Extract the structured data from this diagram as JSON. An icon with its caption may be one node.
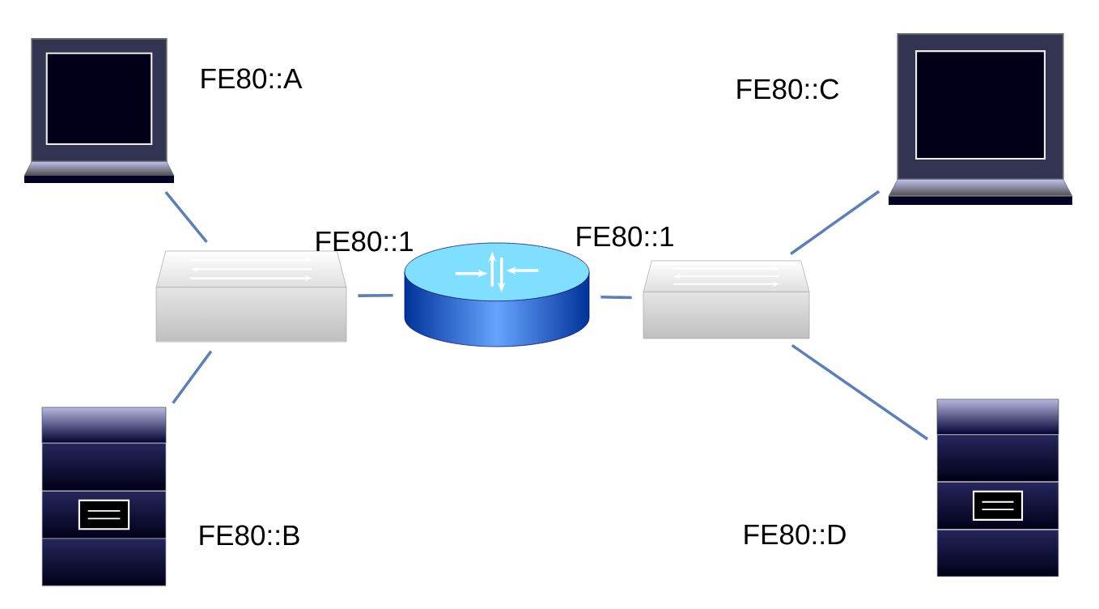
{
  "diagram": {
    "nodes": [
      {
        "text": [],
        "shape": "picture",
        "beside": [
          "FE80::A"
        ]
      },
      {
        "text": [],
        "shape": "picture",
        "beside": [
          "FE80::C"
        ]
      },
      {
        "text": [],
        "shape": "picture"
      },
      {
        "text": [],
        "shape": "picture",
        "beside": [
          "FE80::1",
          "FE80::1"
        ]
      },
      {
        "text": [],
        "shape": "picture"
      },
      {
        "text": [],
        "shape": "picture",
        "beside": [
          "FE80::B"
        ]
      },
      {
        "text": [],
        "shape": "picture",
        "beside": [
          "FE80::D"
        ]
      }
    ],
    "edges": [
      {
        "from": 0,
        "to": 2,
        "arrow": "none"
      },
      {
        "from": 1,
        "to": 4,
        "arrow": "none"
      },
      {
        "from": 2,
        "to": 3,
        "arrow": "none"
      },
      {
        "from": 3,
        "to": 4,
        "arrow": "none"
      },
      {
        "from": 2,
        "to": 5,
        "arrow": "none"
      },
      {
        "from": 4,
        "to": 6,
        "arrow": "none"
      }
    ]
  }
}
